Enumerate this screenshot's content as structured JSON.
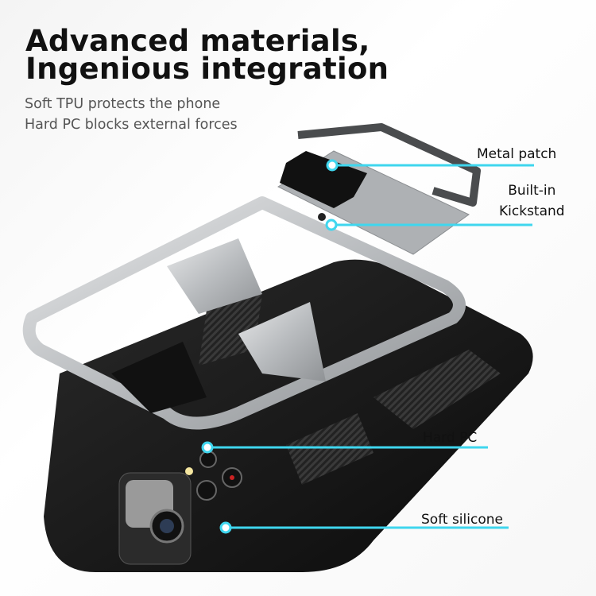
{
  "headline": {
    "line1": "Advanced materials,",
    "line2": "Ingenious integration"
  },
  "subheadline": {
    "line1": "Soft TPU protects the phone",
    "line2": "Hard PC blocks external forces"
  },
  "callouts": [
    {
      "label": "Metal patch"
    },
    {
      "label_line1": "Built-in",
      "label_line2": "Kickstand"
    },
    {
      "label": "Hard PC"
    },
    {
      "label": "Soft silicone"
    }
  ],
  "colors": {
    "callout_line": "#3fd6ee",
    "frame_silver": "#c9cbcd",
    "case_black": "#1a1a1a"
  }
}
